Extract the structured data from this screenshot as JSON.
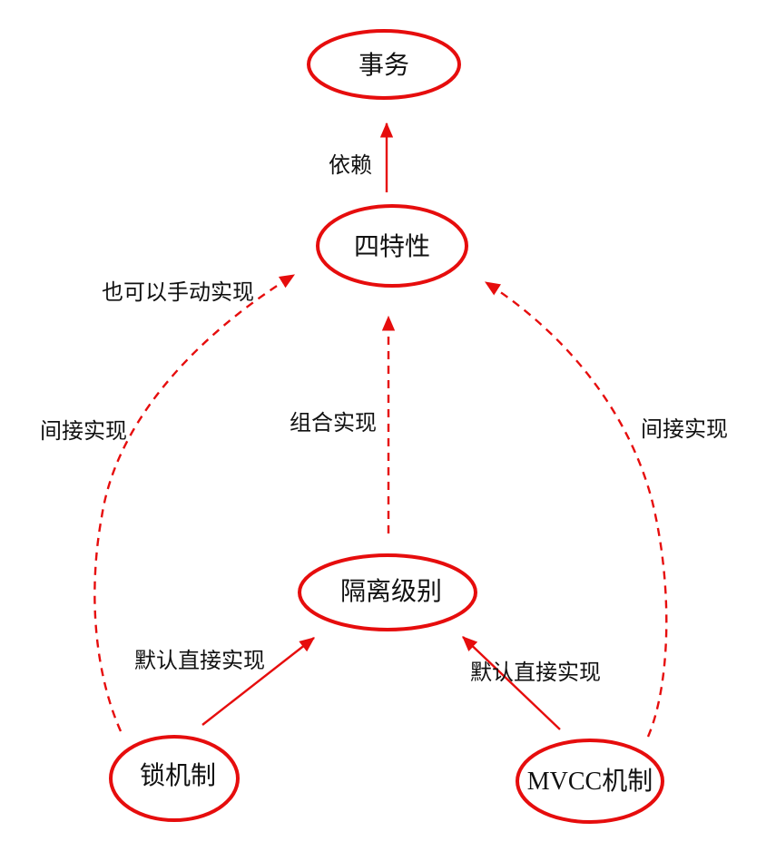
{
  "diagram": {
    "background_color": "#ffffff",
    "accent_color": "#e60d0d",
    "text_color": "#111111",
    "nodes": {
      "transaction": {
        "label": "事务"
      },
      "four_properties": {
        "label": "四特性"
      },
      "isolation_level": {
        "label": "隔离级别"
      },
      "lock_mechanism": {
        "label": "锁机制"
      },
      "mvcc_mechanism": {
        "label": "MVCC机制"
      }
    },
    "edges": [
      {
        "from": "四特性",
        "to": "事务",
        "style": "solid",
        "label": "依赖"
      },
      {
        "from": "隔离级别",
        "to": "四特性",
        "style": "dashed",
        "label": "组合实现"
      },
      {
        "from": "锁机制",
        "to": "隔离级别",
        "style": "solid",
        "label": "默认直接实现"
      },
      {
        "from": "MVCC机制",
        "to": "隔离级别",
        "style": "solid",
        "label": "默认直接实现"
      },
      {
        "from": "锁机制",
        "to": "四特性",
        "style": "dashed",
        "label": "间接实现",
        "note": "也可以手动实现"
      },
      {
        "from": "MVCC机制",
        "to": "四特性",
        "style": "dashed",
        "label": "间接实现"
      }
    ]
  }
}
